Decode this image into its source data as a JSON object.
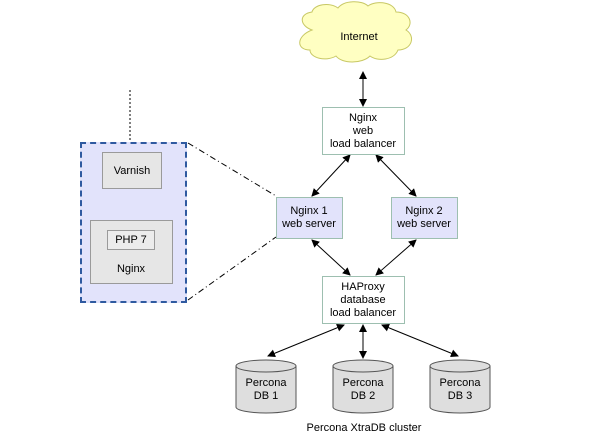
{
  "nodes": {
    "internet": {
      "label": "Internet"
    },
    "nginx_lb": {
      "line1": "Nginx",
      "line2": "web",
      "line3": "load balancer"
    },
    "nginx1": {
      "line1": "Nginx 1",
      "line2": "web server"
    },
    "nginx2": {
      "line1": "Nginx 2",
      "line2": "web server"
    },
    "haproxy": {
      "line1": "HAProxy",
      "line2": "database",
      "line3": "load balancer"
    },
    "db1": {
      "line1": "Percona",
      "line2": "DB 1"
    },
    "db2": {
      "line1": "Percona",
      "line2": "DB 2"
    },
    "db3": {
      "line1": "Percona",
      "line2": "DB 3"
    }
  },
  "detail": {
    "varnish": "Varnish",
    "php": "PHP 7",
    "nginx": "Nginx"
  },
  "cluster_label": "Percona XtraDB cluster",
  "colors": {
    "cloud_fill": "#ffffc2",
    "cloud_stroke": "#c8c864",
    "server_fill": "#e2e3fb",
    "db_fill": "#dedede",
    "detail_border": "#2f5aa0"
  }
}
